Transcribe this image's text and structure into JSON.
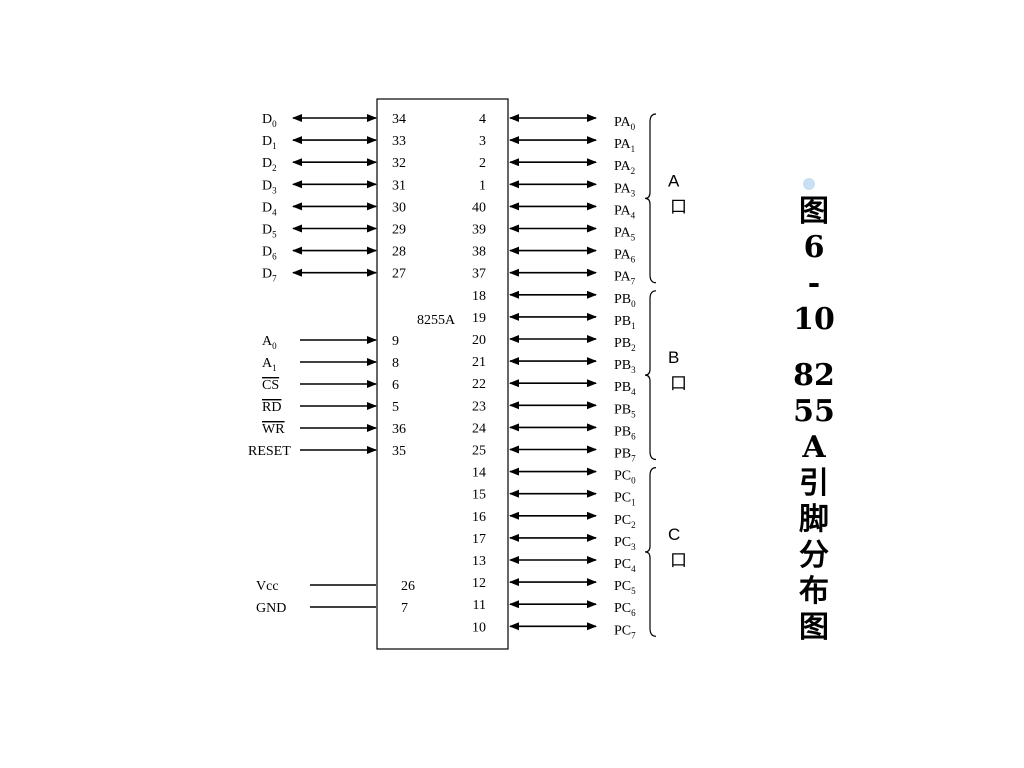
{
  "chip": {
    "name": "8255A",
    "data_lines": [
      {
        "base": "D",
        "sub": "0",
        "pin": "34"
      },
      {
        "base": "D",
        "sub": "1",
        "pin": "33"
      },
      {
        "base": "D",
        "sub": "2",
        "pin": "32"
      },
      {
        "base": "D",
        "sub": "3",
        "pin": "31"
      },
      {
        "base": "D",
        "sub": "4",
        "pin": "30"
      },
      {
        "base": "D",
        "sub": "5",
        "pin": "29"
      },
      {
        "base": "D",
        "sub": "6",
        "pin": "28"
      },
      {
        "base": "D",
        "sub": "7",
        "pin": "27"
      }
    ],
    "control_lines": [
      {
        "base": "A",
        "sub": "0",
        "pin": "9",
        "overline": false
      },
      {
        "base": "A",
        "sub": "1",
        "pin": "8",
        "overline": false
      },
      {
        "base": "CS",
        "sub": "",
        "pin": "6",
        "overline": true
      },
      {
        "base": "RD",
        "sub": "",
        "pin": "5",
        "overline": true
      },
      {
        "base": "WR",
        "sub": "",
        "pin": "36",
        "overline": true
      },
      {
        "base": "RESET",
        "sub": "",
        "pin": "35",
        "overline": false
      }
    ],
    "power_lines": [
      {
        "label": "Vcc",
        "pin": "26"
      },
      {
        "label": "GND",
        "pin": "7"
      }
    ],
    "right_pins": [
      "4",
      "3",
      "2",
      "1",
      "40",
      "39",
      "38",
      "37",
      "18",
      "19",
      "20",
      "21",
      "22",
      "23",
      "24",
      "25",
      "14",
      "15",
      "16",
      "17",
      "13",
      "12",
      "11",
      "10"
    ],
    "ports": [
      {
        "name": "A",
        "suffix": "口",
        "prefix": "PA"
      },
      {
        "name": "B",
        "suffix": "口",
        "prefix": "PB"
      },
      {
        "name": "C",
        "suffix": "口",
        "prefix": "PC"
      }
    ]
  },
  "caption": {
    "lines": [
      "图",
      "6",
      "-",
      "10",
      "",
      "82",
      "55",
      "A",
      "引",
      "脚",
      "分",
      "布",
      "图"
    ]
  }
}
